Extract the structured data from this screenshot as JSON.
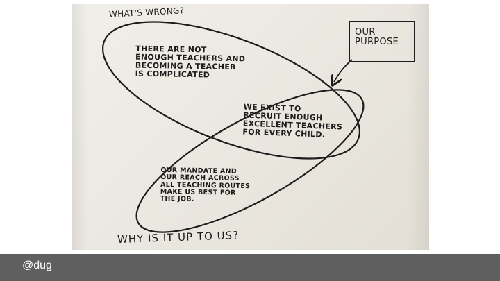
{
  "sketch": {
    "whats_wrong_label": "WHAT'S WRONG?",
    "problem_text": "THERE ARE NOT\nENOUGH TEACHERS AND\nBECOMING A TEACHER\nIS COMPLICATED",
    "purpose_label": "OUR\nPURPOSE",
    "purpose_statement": "WE EXIST TO\nRECRUIT ENOUGH\nEXCELLENT TEACHERS\nFOR EVERY CHILD.",
    "mandate_text": "OUR MANDATE AND\nOUR REACH ACROSS\nALL TEACHING ROUTES\nMAKE US BEST FOR\nTHE JOB.",
    "why_us_label": "WHY IS IT UP TO US?"
  },
  "footer": {
    "handle": "@dug",
    "background_color": "#5f5f5f"
  }
}
